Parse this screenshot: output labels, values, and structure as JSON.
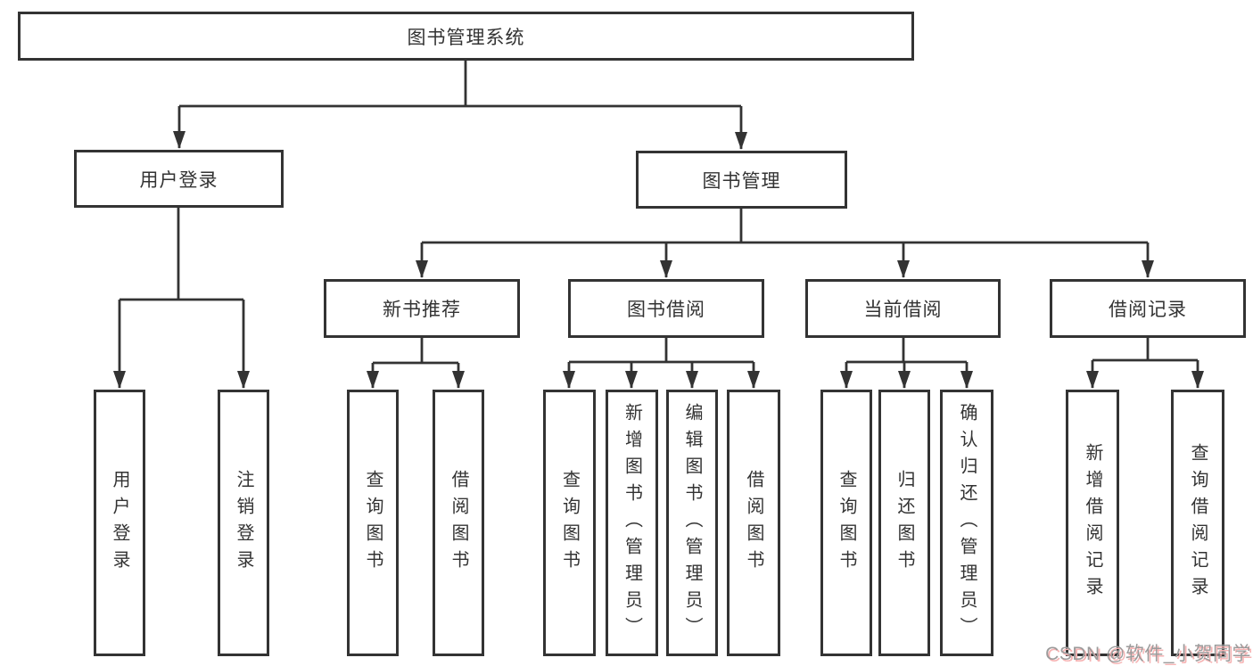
{
  "colors": {
    "line": "#333333",
    "text": "#333333",
    "watermark_text": "#9b9b9b",
    "watermark_shadow": "#f6b3b3"
  },
  "nodes": {
    "root": {
      "label": "图书管理系统"
    },
    "user_login": {
      "label": "用户登录"
    },
    "book_mgmt": {
      "label": "图书管理"
    },
    "new_book_rec": {
      "label": "新书推荐"
    },
    "book_borrow": {
      "label": "图书借阅"
    },
    "current_borrow": {
      "label": "当前借阅"
    },
    "borrow_records": {
      "label": "借阅记录"
    },
    "leaves": {
      "ul_login": {
        "label": "用户登录"
      },
      "ul_logout": {
        "label": "注销登录"
      },
      "rec_query": {
        "label": "查询图书"
      },
      "rec_borrow": {
        "label": "借阅图书"
      },
      "bb_query": {
        "label": "查询图书"
      },
      "bb_add": {
        "label": "新增图书（管理员）"
      },
      "bb_edit": {
        "label": "编辑图书（管理员）"
      },
      "bb_borrow": {
        "label": "借阅图书"
      },
      "cb_query": {
        "label": "查询图书"
      },
      "cb_return": {
        "label": "归还图书"
      },
      "cb_confirm": {
        "label": "确认归还（管理员）"
      },
      "br_add": {
        "label": "新增借阅记录"
      },
      "br_query": {
        "label": "查询借阅记录"
      }
    }
  },
  "watermark": {
    "text": "CSDN @软件_小贺同学"
  }
}
